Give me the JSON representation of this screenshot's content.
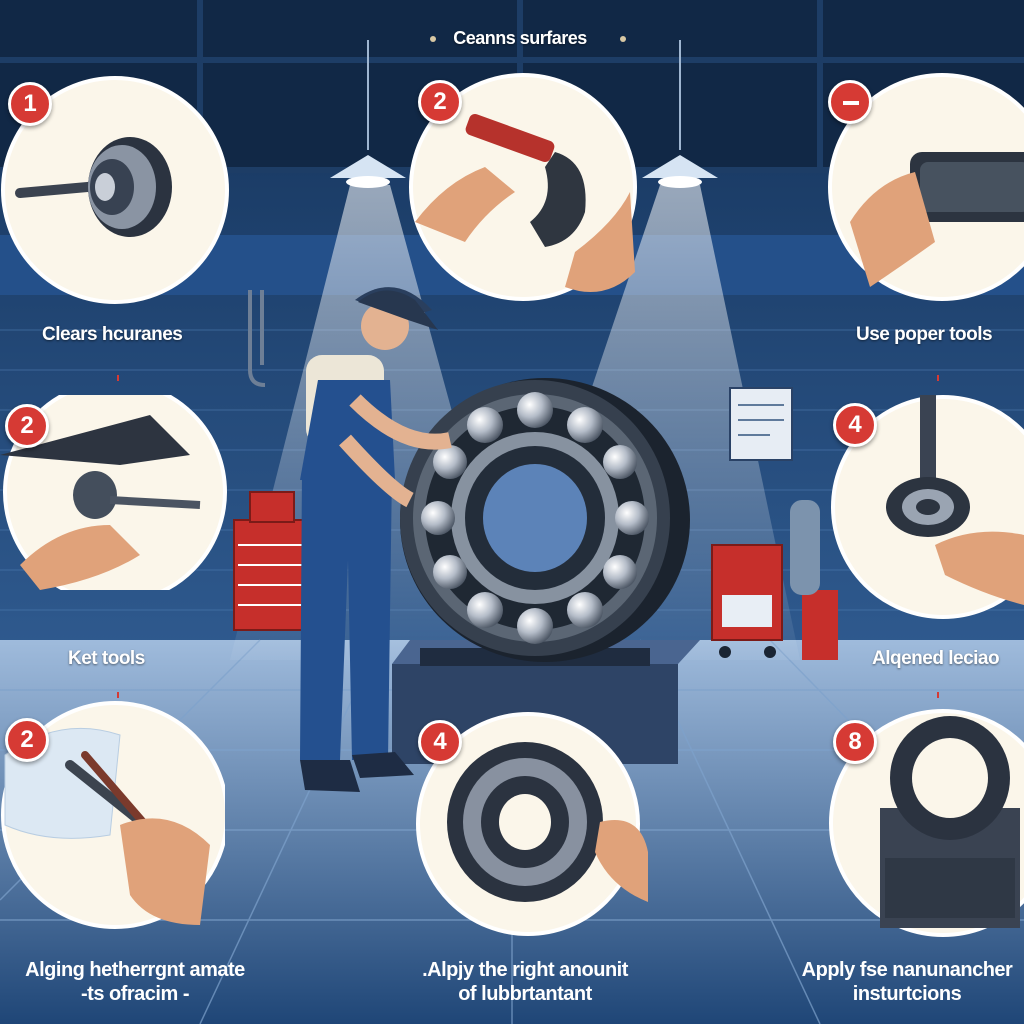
{
  "top_caption": "Ceanns surfares",
  "steps": [
    {
      "number": "1",
      "icon": "bearing-shaft-icon"
    },
    {
      "number": "2",
      "icon": "hands-scraper-icon"
    },
    {
      "number": "",
      "icon": "hand-tool-icon"
    },
    {
      "number": "2",
      "icon": "bearing-puller-icon"
    },
    {
      "number": "4",
      "icon": "wrench-bearing-icon"
    },
    {
      "number": "2",
      "icon": "cleaning-pliers-icon"
    },
    {
      "number": "4",
      "icon": "bearing-lubricant-icon"
    },
    {
      "number": "8",
      "icon": "sealed-bearing-icon"
    }
  ],
  "side_labels": {
    "left_upper": "Clears hcuranes",
    "right_upper": "Use poper tools",
    "left_lower": "Ket tools",
    "right_lower": "Alqened leciao"
  },
  "bottom_captions": {
    "left": [
      "Alging hetherrgnt amate",
      "-ts ofracim -"
    ],
    "middle": [
      ".Alpjy the right anounit",
      "of lubbrtantant"
    ],
    "right": [
      "Apply fse nanunancher",
      "insturtcions"
    ]
  },
  "colors": {
    "background": "#102a4c",
    "badge": "#d63a34",
    "floor": "#5d83b3",
    "toolbox": "#c62f2b",
    "bearing_steel": "#2a3340"
  }
}
